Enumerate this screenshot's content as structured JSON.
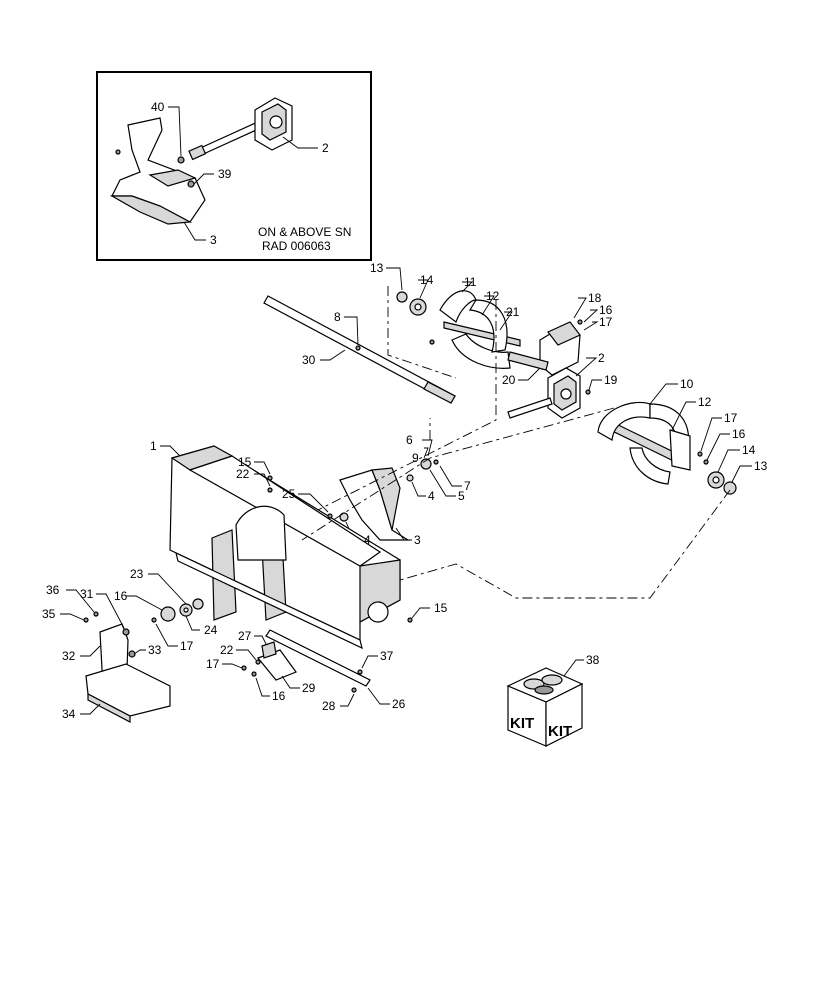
{
  "inset": {
    "note_line1": "ON & ABOVE SN",
    "note_line2": "RAD 006063"
  },
  "kit": {
    "label_left": "KIT",
    "label_right": "KIT"
  },
  "callouts": [
    {
      "id": "c40",
      "text": "40"
    },
    {
      "id": "c2a",
      "text": "2"
    },
    {
      "id": "c39",
      "text": "39"
    },
    {
      "id": "c3a",
      "text": "3"
    },
    {
      "id": "c13a",
      "text": "13"
    },
    {
      "id": "c14a",
      "text": "14"
    },
    {
      "id": "c11",
      "text": "11"
    },
    {
      "id": "c12a",
      "text": "12"
    },
    {
      "id": "c21",
      "text": "21"
    },
    {
      "id": "c18",
      "text": "18"
    },
    {
      "id": "c16a",
      "text": "16"
    },
    {
      "id": "c17a",
      "text": "17"
    },
    {
      "id": "c8",
      "text": "8"
    },
    {
      "id": "c30",
      "text": "30"
    },
    {
      "id": "c2b",
      "text": "2"
    },
    {
      "id": "c20",
      "text": "20"
    },
    {
      "id": "c19",
      "text": "19"
    },
    {
      "id": "c10",
      "text": "10"
    },
    {
      "id": "c12b",
      "text": "12"
    },
    {
      "id": "c17b",
      "text": "17"
    },
    {
      "id": "c16b",
      "text": "16"
    },
    {
      "id": "c14b",
      "text": "14"
    },
    {
      "id": "c13b",
      "text": "13"
    },
    {
      "id": "c1",
      "text": "1"
    },
    {
      "id": "c15a",
      "text": "15"
    },
    {
      "id": "c22a",
      "text": "22"
    },
    {
      "id": "c6",
      "text": "6"
    },
    {
      "id": "c9",
      "text": "9"
    },
    {
      "id": "c7",
      "text": "7"
    },
    {
      "id": "c25",
      "text": "25"
    },
    {
      "id": "c4a",
      "text": "4"
    },
    {
      "id": "c5",
      "text": "5"
    },
    {
      "id": "c4b",
      "text": "4"
    },
    {
      "id": "c3b",
      "text": "3"
    },
    {
      "id": "c23",
      "text": "23"
    },
    {
      "id": "c36",
      "text": "36"
    },
    {
      "id": "c31",
      "text": "31"
    },
    {
      "id": "c16c",
      "text": "16"
    },
    {
      "id": "c35",
      "text": "35"
    },
    {
      "id": "c24",
      "text": "24"
    },
    {
      "id": "c17c",
      "text": "17"
    },
    {
      "id": "c33",
      "text": "33"
    },
    {
      "id": "c32",
      "text": "32"
    },
    {
      "id": "c15b",
      "text": "15"
    },
    {
      "id": "c27",
      "text": "27"
    },
    {
      "id": "c22b",
      "text": "22"
    },
    {
      "id": "c17d",
      "text": "17"
    },
    {
      "id": "c16d",
      "text": "16"
    },
    {
      "id": "c29",
      "text": "29"
    },
    {
      "id": "c37",
      "text": "37"
    },
    {
      "id": "c28",
      "text": "28"
    },
    {
      "id": "c26",
      "text": "26"
    },
    {
      "id": "c34",
      "text": "34"
    },
    {
      "id": "c38",
      "text": "38"
    }
  ]
}
